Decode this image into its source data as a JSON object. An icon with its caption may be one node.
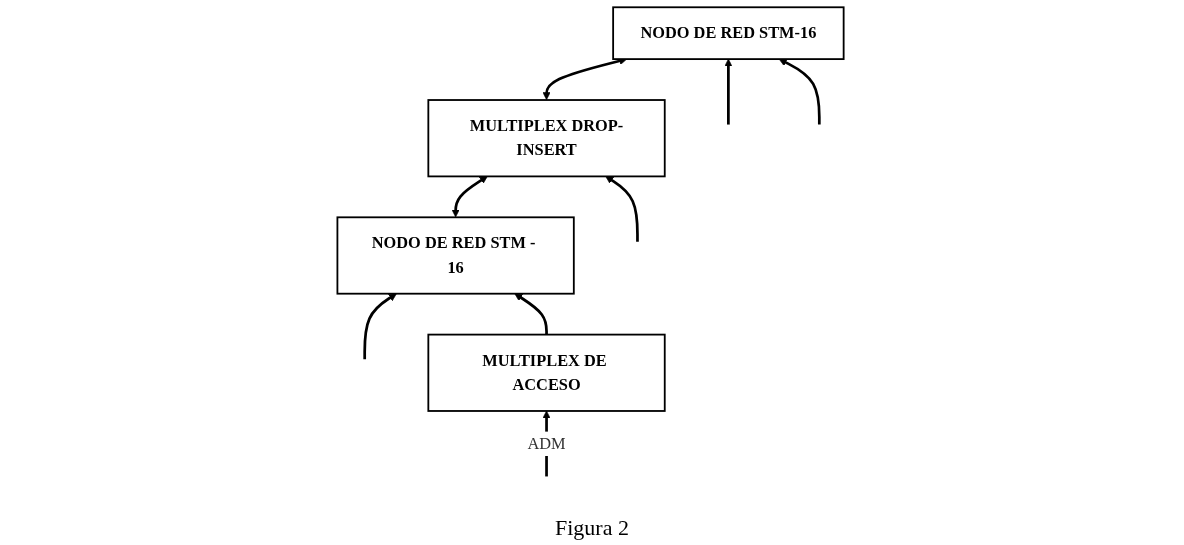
{
  "diagram": {
    "caption": "Figura 2",
    "nodes": [
      {
        "text": [
          "NODO DE RED STM - 16"
        ]
      },
      {
        "text": [
          "MULTIPLEX DROP-INSERT"
        ]
      },
      {
        "text": [
          "NODO DE RED STM-16"
        ]
      },
      {
        "text": [
          "MULTIPLEX DE ACCESO"
        ]
      }
    ],
    "edges": [
      {
        "from": 0,
        "to": 1,
        "arrow": "both"
      },
      {
        "from": 1,
        "to": 2,
        "arrow": "both"
      },
      {
        "from": null,
        "to": 0,
        "arrow": "to"
      },
      {
        "from": 3,
        "to": 0,
        "arrow": "to"
      },
      {
        "from": null,
        "to": 1,
        "arrow": "to"
      },
      {
        "from": null,
        "to": 2,
        "arrow": "to"
      },
      {
        "from": null,
        "to": 2,
        "arrow": "to"
      },
      {
        "from": null,
        "to": 3,
        "label": "ADM",
        "arrow": "to"
      }
    ]
  }
}
